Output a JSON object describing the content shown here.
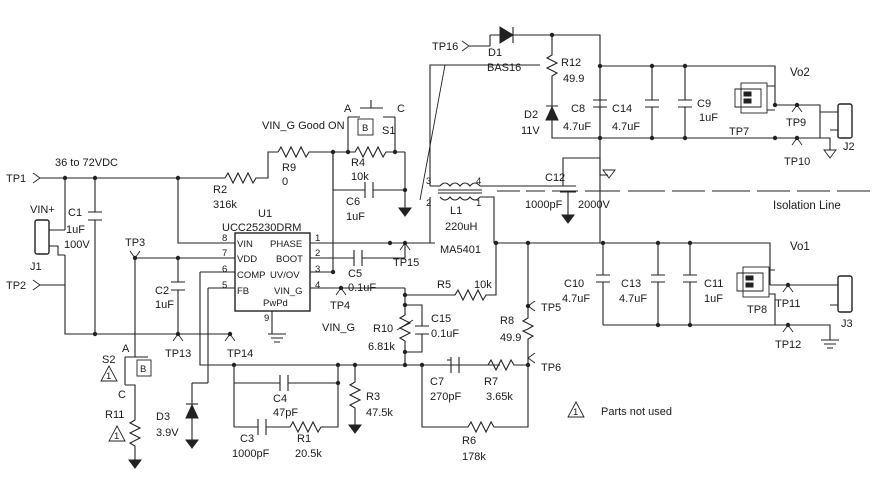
{
  "labels": {
    "input_range": "36 to 72VDC",
    "isolation_line": "Isolation Line",
    "vout2": "Vo2",
    "vout1": "Vo1",
    "vin_plus": "VIN+",
    "vin_g_good": "VIN_G Good ON",
    "vin_g": "VIN_G",
    "parts_not_used": "Parts not used",
    "warn_mark": "1"
  },
  "ic": {
    "ref": "U1",
    "part": "UCC25230DRM",
    "left_pins": [
      {
        "num": "8",
        "name": "VIN"
      },
      {
        "num": "7",
        "name": "VDD"
      },
      {
        "num": "6",
        "name": "COMP"
      },
      {
        "num": "5",
        "name": "FB"
      }
    ],
    "right_pins": [
      {
        "num": "1",
        "name": "PHASE"
      },
      {
        "num": "2",
        "name": "BOOT"
      },
      {
        "num": "3",
        "name": "UV/OV"
      },
      {
        "num": "4",
        "name": "VIN_G"
      }
    ],
    "bottom_label": "PwPd",
    "bottom_num": "9"
  },
  "transformer": {
    "ref": "L1",
    "value": "220uH",
    "part": "MA5401",
    "pins": [
      "1",
      "2",
      "3",
      "4"
    ]
  },
  "components": {
    "r2": {
      "ref": "R2",
      "value": "316k"
    },
    "r9": {
      "ref": "R9",
      "value": "0"
    },
    "r4": {
      "ref": "R4",
      "value": "10k"
    },
    "c6": {
      "ref": "C6",
      "value": "1uF"
    },
    "s1": {
      "ref": "S1",
      "a": "A",
      "b": "B",
      "c": "C"
    },
    "c1": {
      "ref": "C1",
      "value1": "1uF",
      "value2": "100V"
    },
    "c2": {
      "ref": "C2",
      "value": "1uF"
    },
    "c5": {
      "ref": "C5",
      "value": "0.1uF"
    },
    "r5": {
      "ref": "R5",
      "value": "10k"
    },
    "r10": {
      "ref": "R10",
      "value": "6.81k"
    },
    "c15": {
      "ref": "C15",
      "value": "0.1uF"
    },
    "r8": {
      "ref": "R8",
      "value": "49.9"
    },
    "c7": {
      "ref": "C7",
      "value": "270pF"
    },
    "r7": {
      "ref": "R7",
      "value": "3.65k"
    },
    "r6": {
      "ref": "R6",
      "value": "178k"
    },
    "r3": {
      "ref": "R3",
      "value": "47.5k"
    },
    "c4": {
      "ref": "C4",
      "value": "47pF"
    },
    "c3": {
      "ref": "C3",
      "value": "1000pF"
    },
    "r1": {
      "ref": "R1",
      "value": "20.5k"
    },
    "d3": {
      "ref": "D3",
      "value": "3.9V"
    },
    "s2": {
      "ref": "S2",
      "a": "A",
      "b": "B",
      "c": "C"
    },
    "r11": {
      "ref": "R11"
    },
    "d1": {
      "ref": "D1",
      "value": "BAS16"
    },
    "r12": {
      "ref": "R12",
      "value": "49.9"
    },
    "d2": {
      "ref": "D2",
      "value": "11V"
    },
    "c8": {
      "ref": "C8",
      "value": "4.7uF"
    },
    "c14": {
      "ref": "C14",
      "value": "4.7uF"
    },
    "c9": {
      "ref": "C9",
      "value": "1uF"
    },
    "c12": {
      "ref": "C12",
      "value1": "1000pF",
      "value2": "2000V"
    },
    "c10": {
      "ref": "C10",
      "value": "4.7uF"
    },
    "c13": {
      "ref": "C13",
      "value": "4.7uF"
    },
    "c11": {
      "ref": "C11",
      "value": "1uF"
    }
  },
  "test_points": {
    "tp1": "TP1",
    "tp2": "TP2",
    "tp3": "TP3",
    "tp4": "TP4",
    "tp5": "TP5",
    "tp6": "TP6",
    "tp7": "TP7",
    "tp8": "TP8",
    "tp9": "TP9",
    "tp10": "TP10",
    "tp11": "TP11",
    "tp12": "TP12",
    "tp13": "TP13",
    "tp14": "TP14",
    "tp15": "TP15",
    "tp16": "TP16"
  },
  "connectors": {
    "j1": "J1",
    "j2": "J2",
    "j3": "J3"
  }
}
